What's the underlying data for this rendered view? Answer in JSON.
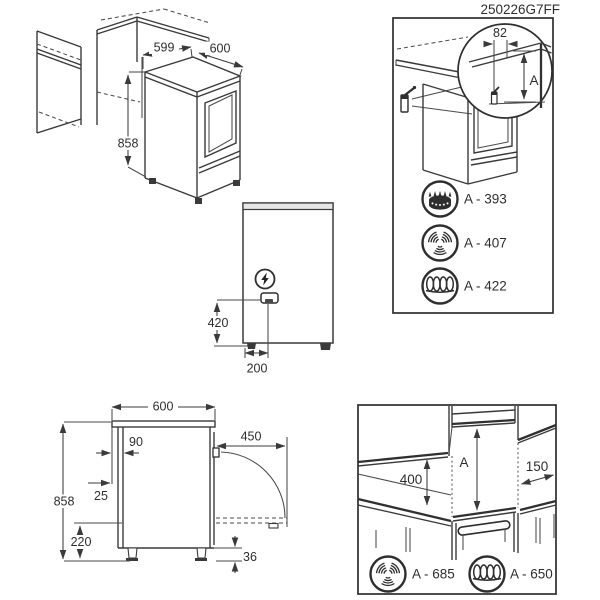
{
  "doc_code": "250226G7FF",
  "top_left_diagram": {
    "gap_width": "599",
    "depth": "600",
    "height": "858"
  },
  "top_right_panel": {
    "corner_inset": "82",
    "height_ref": "A",
    "hob_types": [
      {
        "icon": "gas-burner",
        "label": "A - 393"
      },
      {
        "icon": "radiant",
        "label": "A - 407"
      },
      {
        "icon": "coil",
        "label": "A - 422"
      }
    ]
  },
  "rear_view": {
    "socket_height": "420",
    "socket_offset": "200"
  },
  "side_view": {
    "depth": "600",
    "top_rear_depth": "90",
    "rear_gap": "25",
    "height": "858",
    "lower_rear_height": "220",
    "door_clearance": "450",
    "foot_height": "36"
  },
  "bottom_right_panel": {
    "counter_clearance": "400",
    "hood_clearance_ref": "A",
    "side_clearance": "150",
    "hob_types": [
      {
        "icon": "radiant",
        "label": "A - 685"
      },
      {
        "icon": "coil",
        "label": "A - 650"
      }
    ]
  }
}
